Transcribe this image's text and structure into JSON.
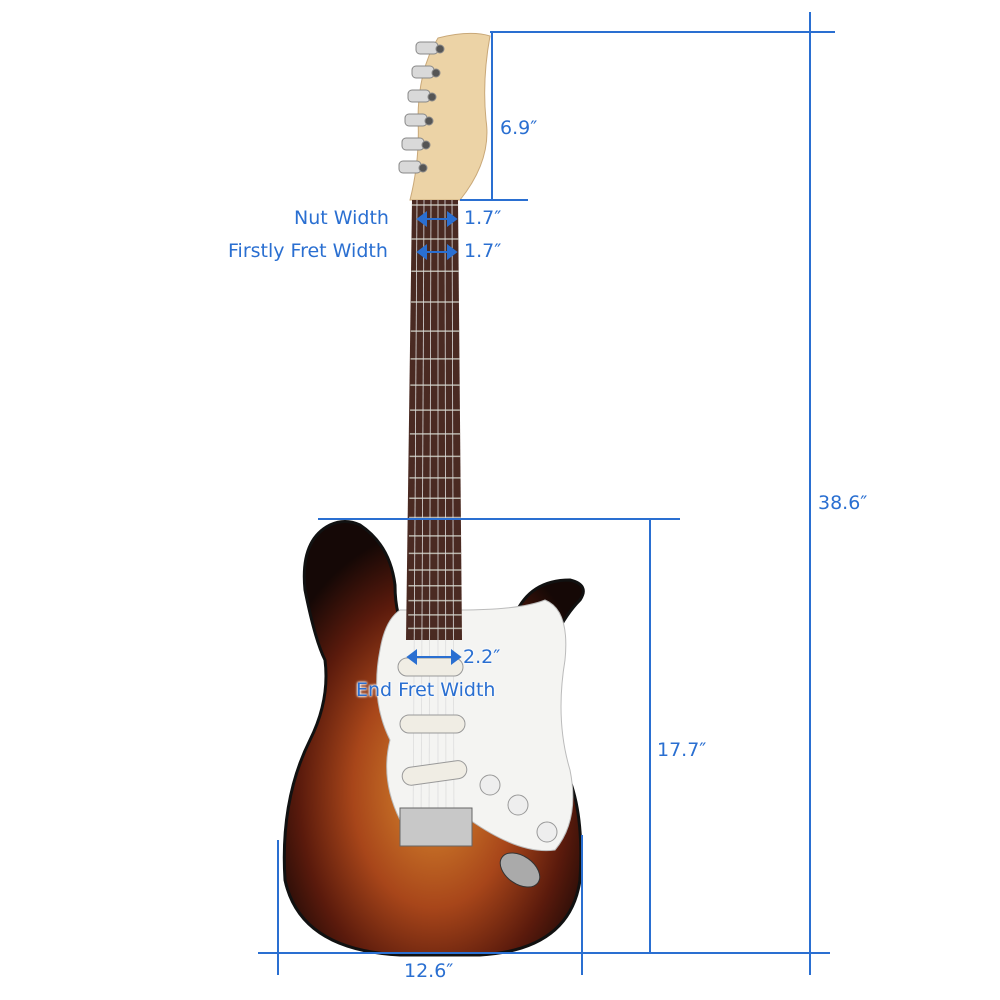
{
  "dimensions": {
    "headstock_length": "6.9″",
    "nut_width_label": "Nut Width",
    "nut_width": "1.7″",
    "first_fret_label": "Firstly Fret Width",
    "first_fret_width": "1.7″",
    "end_fret_label": "End Fret Width",
    "end_fret_width": "2.2″",
    "body_length": "17.7″",
    "total_length": "38.6″",
    "body_width": "12.6″"
  },
  "colors": {
    "dimension_line": "#2a6fd1",
    "neck": "#4a2a22",
    "headstock": "#ecd3a6",
    "pickguard": "#f4f4f2"
  }
}
